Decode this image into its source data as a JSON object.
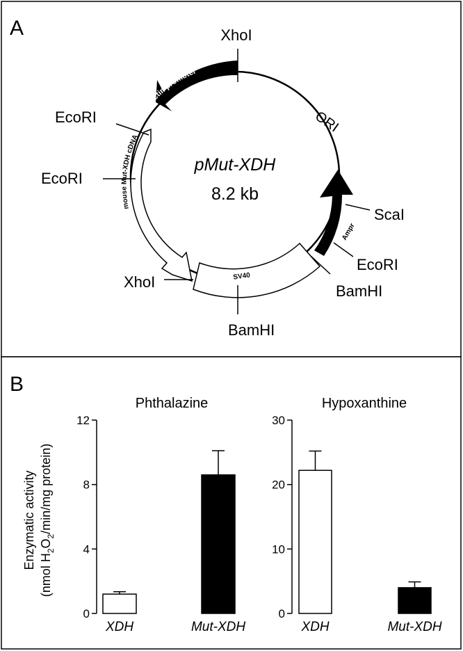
{
  "panel_a": {
    "letter": "A",
    "plasmid_name": "pMut-XDH",
    "plasmid_size": "8.2 kb",
    "features": {
      "promoter": "β-actin promoter",
      "cdna": "mouse Mut-XDH cDNA",
      "sv40": "SV40",
      "ampr": "Ampr",
      "ori": "ORI"
    },
    "sites": {
      "xhoi_top": "XhoI",
      "ecori_upper": "EcoRI",
      "ecori_lower": "EcoRI",
      "xhoi_bottom": "XhoI",
      "bamhi_bottom": "BamHI",
      "bamhi_right": "BamHI",
      "ecori_right": "EcoRI",
      "scai": "ScaI"
    }
  },
  "panel_b": {
    "letter": "B",
    "ylabel_line1": "Enzymatic activity",
    "ylabel_line2_parts": [
      "(nmol H",
      "2",
      "O",
      "2",
      "/min/mg protein)"
    ]
  },
  "chart_data": [
    {
      "type": "bar",
      "title": "Phthalazine",
      "categories": [
        "XDH",
        "Mut-XDH"
      ],
      "values": [
        1.2,
        8.6
      ],
      "errors": [
        0.15,
        1.5
      ],
      "colors": [
        "#ffffff",
        "#000000"
      ],
      "ylim": [
        0,
        12
      ],
      "yticks": [
        0,
        4,
        8,
        12
      ]
    },
    {
      "type": "bar",
      "title": "Hypoxanthine",
      "categories": [
        "XDH",
        "Mut-XDH"
      ],
      "values": [
        22.2,
        4.0
      ],
      "errors": [
        3.0,
        0.9
      ],
      "colors": [
        "#ffffff",
        "#000000"
      ],
      "ylim": [
        0,
        30
      ],
      "yticks": [
        0,
        10,
        20,
        30
      ]
    }
  ]
}
